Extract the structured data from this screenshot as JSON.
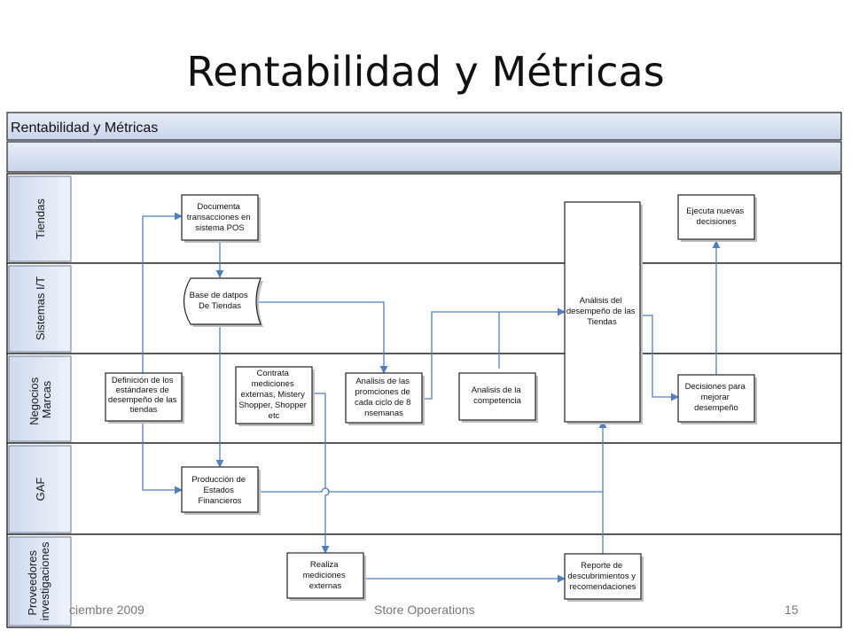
{
  "slide": {
    "title": "Rentabilidad y Métricas",
    "footer_left": "ciembre 2009",
    "footer_center": "Store Opoerations",
    "footer_right": "15"
  },
  "pool": {
    "title": "Rentabilidad y Métricas"
  },
  "lanes": [
    {
      "id": "tiendas",
      "label_lines": [
        "Tiendas"
      ]
    },
    {
      "id": "sistemas",
      "label_lines": [
        "Sistemas I/T"
      ]
    },
    {
      "id": "negocios",
      "label_lines": [
        "Negocios",
        "Marcas"
      ]
    },
    {
      "id": "gaf",
      "label_lines": [
        "GAF"
      ]
    },
    {
      "id": "proveedores",
      "label_lines": [
        "Proveedores",
        "investigaciones"
      ]
    }
  ],
  "nodes": [
    {
      "id": "documenta",
      "lines": [
        "Documenta",
        "transacciones en",
        "sistema POS"
      ]
    },
    {
      "id": "base",
      "lines": [
        "Base de datpos",
        "De Tiendas"
      ]
    },
    {
      "id": "definicion",
      "lines": [
        "Definición de los",
        "estándares de",
        "desempeño de las",
        "tiendas"
      ]
    },
    {
      "id": "contrata",
      "lines": [
        "Contrata",
        "mediciones",
        "externas, Mistery",
        "Shopper, Shopper",
        "etc"
      ]
    },
    {
      "id": "analisis_promo",
      "lines": [
        "Analisis de las",
        "promciones de",
        "cada ciclo de 8",
        "nsemanas"
      ]
    },
    {
      "id": "analisis_comp",
      "lines": [
        "Analisis de la",
        "competencia"
      ]
    },
    {
      "id": "analisis_desemp",
      "lines": [
        "Análisis del",
        "desempeño de las",
        "Tiendas"
      ]
    },
    {
      "id": "ejecuta",
      "lines": [
        "Ejecuta nuevas",
        "decisiones"
      ]
    },
    {
      "id": "decisiones",
      "lines": [
        "Decisiones para",
        "mejorar",
        "desempeño"
      ]
    },
    {
      "id": "produccion",
      "lines": [
        "Producción de",
        "Estados",
        "Financieros"
      ]
    },
    {
      "id": "realiza",
      "lines": [
        "Realiza",
        "mediciones",
        "externas"
      ]
    },
    {
      "id": "reporte",
      "lines": [
        "Reporte de",
        "descubrimientos y",
        "recomendaciones"
      ]
    }
  ],
  "colors": {
    "header_fill": "#d5dff0",
    "lane_label_fill": "#dfe6f3",
    "border": "#222222",
    "arrow": "#4f7fbf"
  }
}
